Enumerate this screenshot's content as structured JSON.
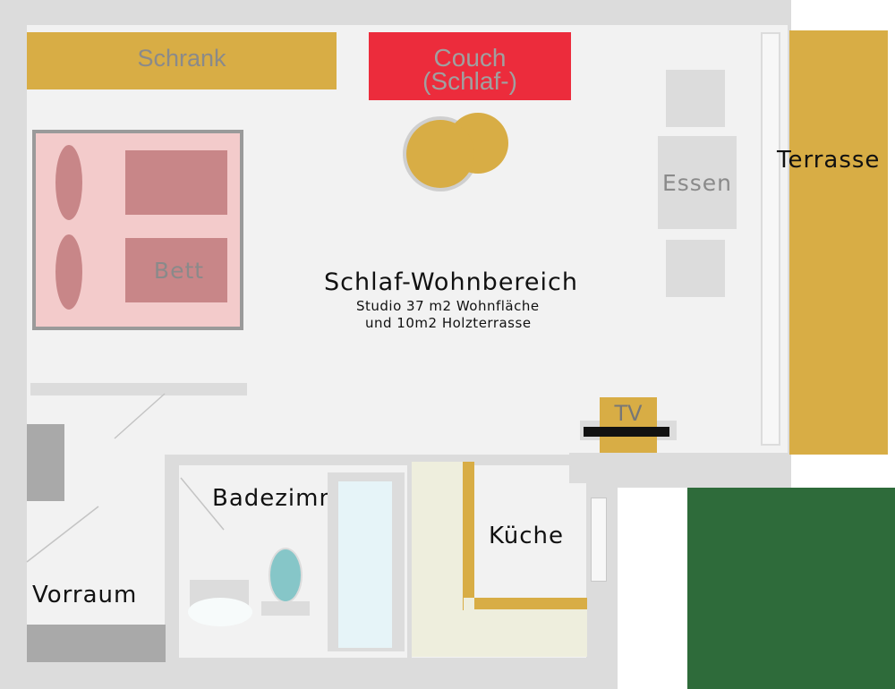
{
  "rooms": {
    "main": {
      "title": "Schlaf-Wohnbereich",
      "subtitle_line1": "Studio 37 m2 Wohnfläche",
      "subtitle_line2": "und 10m2 Holzterrasse"
    },
    "bathroom": "Badezimmer",
    "kitchen": "Küche",
    "hallway": "Vorraum",
    "terrace": "Terrasse"
  },
  "furniture": {
    "wardrobe": "Schrank",
    "couch_line1": "Couch",
    "couch_line2": "(Schlaf-)",
    "bed": "Bett",
    "dining": "Essen",
    "tv": "TV"
  },
  "colors": {
    "wall": "#dcdcdc",
    "floor": "#f2f2f2",
    "wood": "#d8ad45",
    "couch": "#ec2c3c",
    "bed_frame": "#f3cbcb",
    "bed_mattress": "#c88688",
    "lawn": "#2e6b3a",
    "bathtub": "#e6f4f8",
    "toilet": "#86c6c8"
  }
}
